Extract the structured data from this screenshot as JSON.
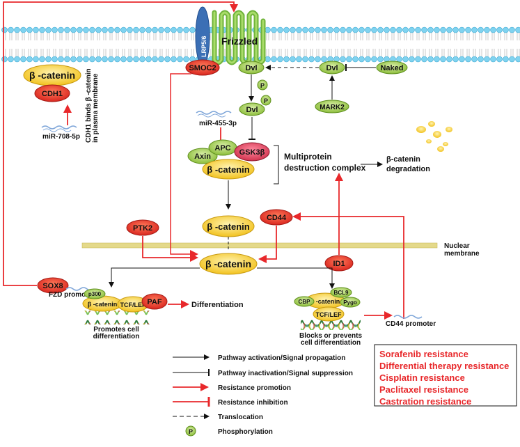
{
  "membrane": {
    "receptor_frizzled": "Frizzled",
    "receptor_lrp": "LRP5/6",
    "nuclear_membrane_label": "Nuclear\nmembrane"
  },
  "nodes": {
    "beta_catenin_top": "β -catenin",
    "cdh1": "CDH1",
    "smoc2": "SMOC2",
    "dvl_1": "Dvl",
    "dvl_2": "Dvl",
    "dvl_3": "Dvl",
    "naked": "Naked",
    "mark2": "MARK2",
    "phospho_p": "P",
    "axin": "Axin",
    "apc": "APC",
    "gsk3b": "GSK3β",
    "beta_catenin_complex": "β -catenin",
    "beta_catenin_cyto": "β -catenin",
    "cd44": "CD44",
    "ptk2": "PTK2",
    "id1": "ID1",
    "beta_catenin_nuc": "β -catenin",
    "sox8": "SOX8",
    "p300": "p300",
    "beta_catenin_left": "β -catenin",
    "tcf_lef_left": "TCF/LEF",
    "paf": "PAF",
    "cbp": "CBP",
    "beta_catenin_right": "β -catenin",
    "bcl9": "BCL9",
    "pygo": "Pygo",
    "tcf_lef_right": "TCF/LEF"
  },
  "labels": {
    "mir_708": "miR-708-5p",
    "cdh1_binds_line1": "CDH1 binds β -catenin",
    "cdh1_binds_line2": "in plasma membrane",
    "mir_455": "miR-455-3p",
    "destruction_line1": "Multiprotein",
    "destruction_line2": "destruction complex",
    "degradation_line1": "β-catenin",
    "degradation_line2": "degradation",
    "fzd_promoter": "FZD promoter",
    "differentiation": "Differentiation",
    "promotes_line1": "Promotes cell",
    "promotes_line2": "differentiation",
    "blocks_line1": "Blocks or prevents",
    "blocks_line2": "cell differentiation",
    "cd44_promoter": "CD44 promoter"
  },
  "resistance_box": [
    "Sorafenib resistance",
    "Differential therapy resistance",
    "Cisplatin resistance",
    "Paclitaxel resistance",
    "Castration resistance"
  ],
  "legend": [
    {
      "symbol": "black-arrow",
      "text": "Pathway activation/Signal propagation"
    },
    {
      "symbol": "black-tbar",
      "text": "Pathway inactivation/Signal suppression"
    },
    {
      "symbol": "red-arrow",
      "text": "Resistance promotion"
    },
    {
      "symbol": "red-tbar",
      "text": "Resistance inhibition"
    },
    {
      "symbol": "dashed-arrow",
      "text": "Translocation"
    },
    {
      "symbol": "phospho-circle",
      "text": "Phosphorylation",
      "circle_label": "P"
    }
  ],
  "colors": {
    "red": "#e8282b",
    "yellow": "#f5cf3c",
    "green": "#9ccb4a",
    "blue_receptor": "#3b6fb5",
    "membrane_head": "#7fd3f0",
    "nuclear_membrane": "#e4d98a"
  }
}
